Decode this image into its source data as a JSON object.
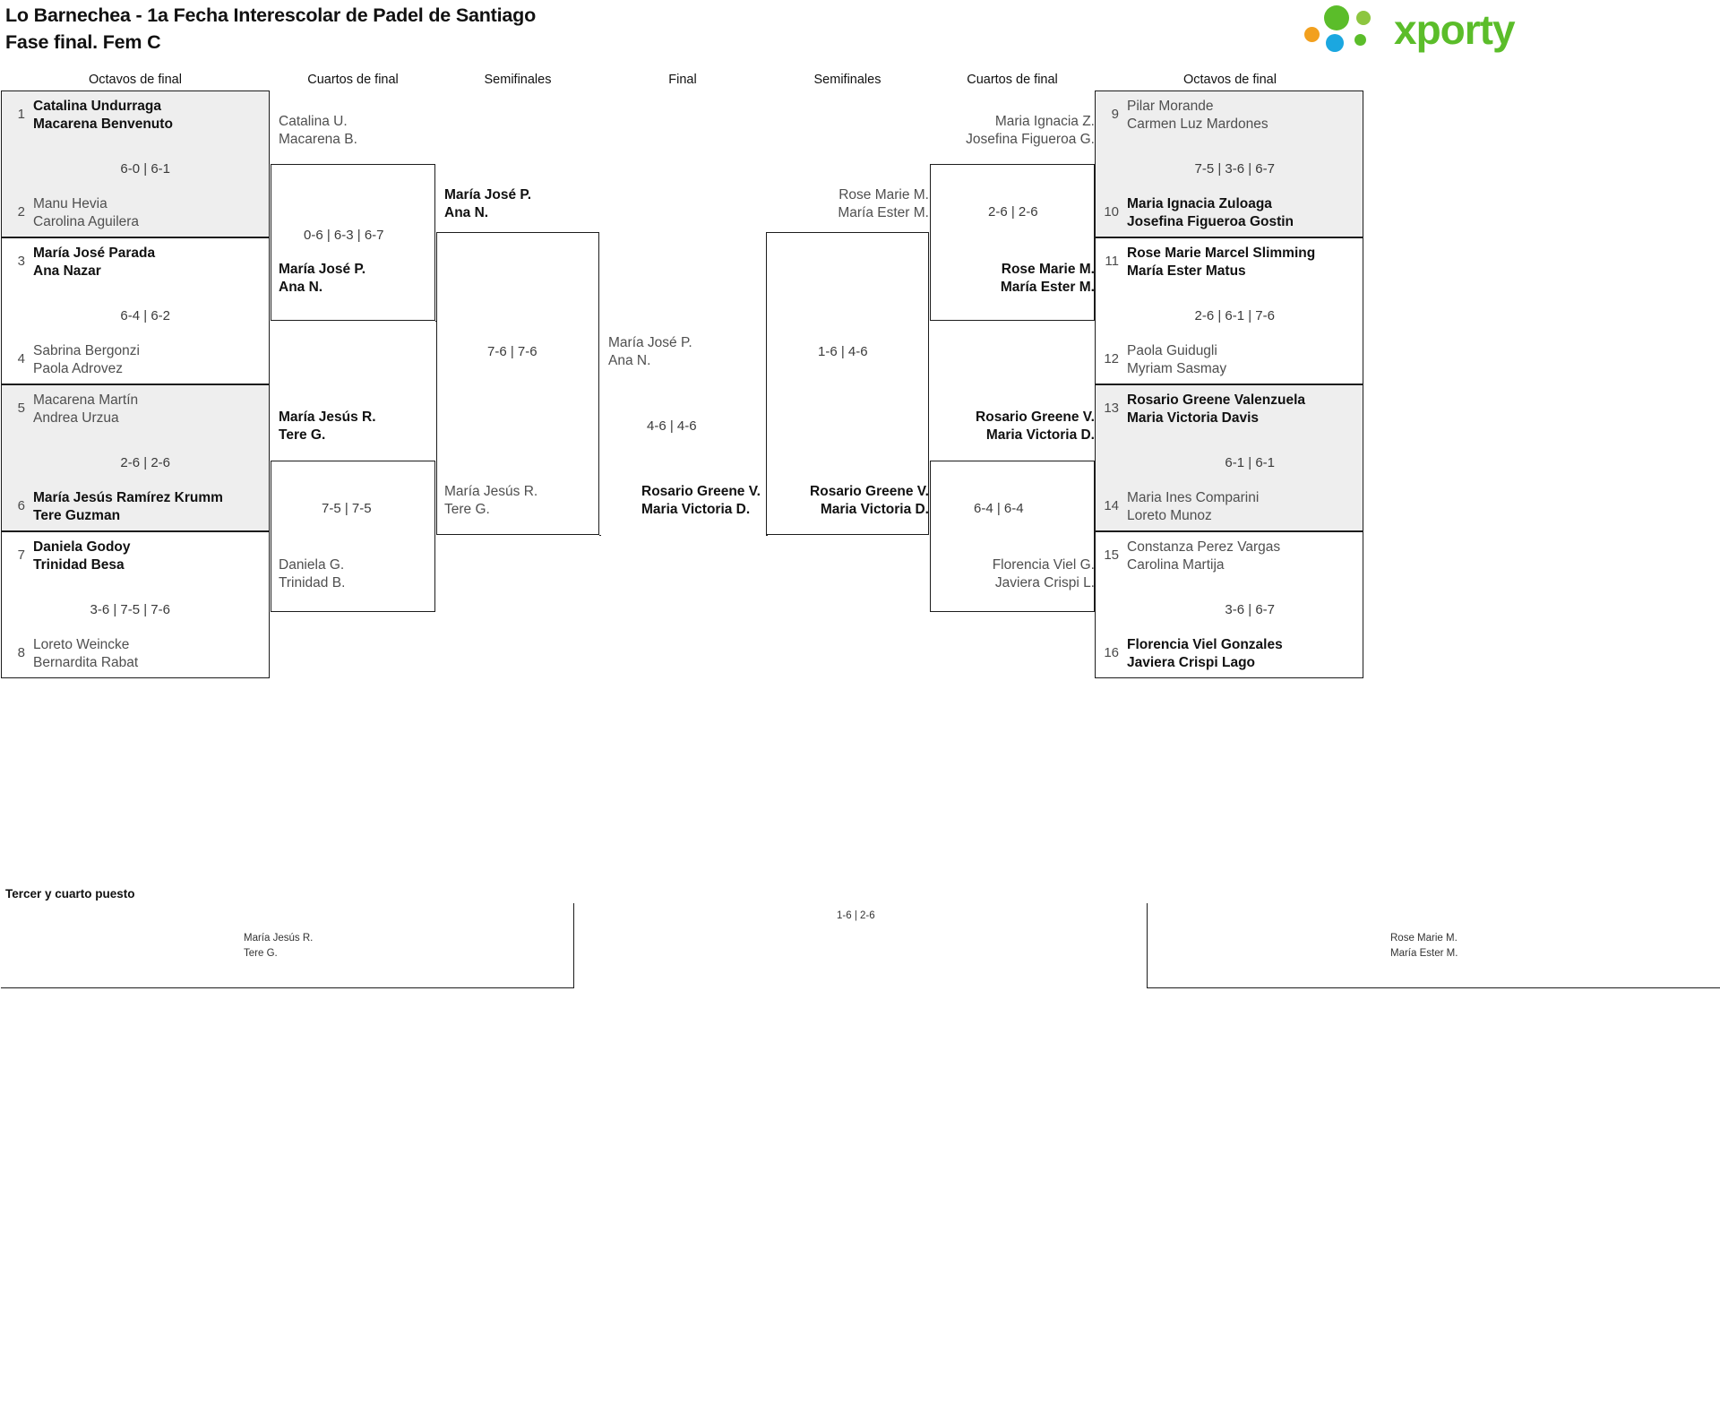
{
  "header": {
    "title_line1": "Lo Barnechea - 1a Fecha Interescolar de Padel de Santiago",
    "title_line2": "Fase final. Fem C",
    "logo_text": "xporty"
  },
  "round_headers": {
    "left_r16": "Octavos de final",
    "left_qf": "Cuartos de final",
    "left_sf": "Semifinales",
    "final": "Final",
    "right_sf": "Semifinales",
    "right_qf": "Cuartos de final",
    "right_r16": "Octavos de final"
  },
  "left_r16": [
    {
      "score": "6-0 | 6-1",
      "teams": [
        {
          "seed": "1",
          "p1": "Catalina Undurraga",
          "p2": "Macarena Benvenuto",
          "winner": true
        },
        {
          "seed": "2",
          "p1": "Manu Hevia",
          "p2": "Carolina Aguilera",
          "winner": false
        }
      ]
    },
    {
      "score": "6-4 | 6-2",
      "teams": [
        {
          "seed": "3",
          "p1": "María José Parada",
          "p2": "Ana Nazar",
          "winner": true
        },
        {
          "seed": "4",
          "p1": "Sabrina Bergonzi",
          "p2": "Paola Adrovez",
          "winner": false
        }
      ]
    },
    {
      "score": "2-6 | 2-6",
      "teams": [
        {
          "seed": "5",
          "p1": "Macarena Martín",
          "p2": "Andrea Urzua",
          "winner": false
        },
        {
          "seed": "6",
          "p1": "María Jesús Ramírez Krumm",
          "p2": "Tere Guzman",
          "winner": true
        }
      ]
    },
    {
      "score": "3-6 | 7-5 | 7-6",
      "teams": [
        {
          "seed": "7",
          "p1": "Daniela Godoy",
          "p2": "Trinidad Besa",
          "winner": true
        },
        {
          "seed": "8",
          "p1": "Loreto Weincke",
          "p2": "Bernardita Rabat",
          "winner": false
        }
      ]
    }
  ],
  "right_r16": [
    {
      "score": "7-5 | 3-6 | 6-7",
      "teams": [
        {
          "seed": "9",
          "p1": "Pilar Morande",
          "p2": "Carmen Luz Mardones",
          "winner": false
        },
        {
          "seed": "10",
          "p1": "Maria Ignacia Zuloaga",
          "p2": "Josefina Figueroa Gostin",
          "winner": true
        }
      ]
    },
    {
      "score": "2-6 | 6-1 | 7-6",
      "teams": [
        {
          "seed": "11",
          "p1": "Rose Marie Marcel Slimming",
          "p2": "María Ester Matus",
          "winner": true
        },
        {
          "seed": "12",
          "p1": "Paola Guidugli",
          "p2": "Myriam Sasmay",
          "winner": false
        }
      ]
    },
    {
      "score": "6-1 | 6-1",
      "teams": [
        {
          "seed": "13",
          "p1": "Rosario Greene Valenzuela",
          "p2": "Maria Victoria Davis",
          "winner": true
        },
        {
          "seed": "14",
          "p1": "Maria Ines Comparini",
          "p2": "Loreto Munoz",
          "winner": false
        }
      ]
    },
    {
      "score": "3-6 | 6-7",
      "teams": [
        {
          "seed": "15",
          "p1": "Constanza Perez Vargas",
          "p2": "Carolina Martija",
          "winner": false
        },
        {
          "seed": "16",
          "p1": "Florencia Viel Gonzales",
          "p2": "Javiera Crispi Lago",
          "winner": true
        }
      ]
    }
  ],
  "left_qf": [
    {
      "score": "0-6 | 6-3 | 6-7",
      "top": {
        "p1": "Catalina U.",
        "p2": "Macarena B.",
        "winner": false
      },
      "bottom": {
        "p1": "María José P.",
        "p2": "Ana N.",
        "winner": true
      }
    },
    {
      "score": "7-5 | 7-5",
      "top": {
        "p1": "María Jesús R.",
        "p2": "Tere G.",
        "winner": true
      },
      "bottom": {
        "p1": "Daniela G.",
        "p2": "Trinidad B.",
        "winner": false
      }
    }
  ],
  "right_qf": [
    {
      "score": "2-6 | 2-6",
      "top": {
        "p1": "Maria Ignacia Z.",
        "p2": "Josefina Figueroa G.",
        "winner": false
      },
      "bottom": {
        "p1": "Rose Marie M.",
        "p2": "María Ester M.",
        "winner": true
      }
    },
    {
      "score": "6-4 | 6-4",
      "top": {
        "p1": "Rosario Greene V.",
        "p2": "Maria Victoria D.",
        "winner": true
      },
      "bottom": {
        "p1": "Florencia Viel G.",
        "p2": "Javiera Crispi L.",
        "winner": false
      }
    }
  ],
  "left_sf": {
    "score": "7-6 | 7-6",
    "top": {
      "p1": "María José P.",
      "p2": "Ana N.",
      "winner": true
    },
    "bottom": {
      "p1": "María Jesús R.",
      "p2": "Tere G.",
      "winner": false
    }
  },
  "right_sf": {
    "score": "1-6 | 4-6",
    "top": {
      "p1": "Rose Marie M.",
      "p2": "María Ester M.",
      "winner": false
    },
    "bottom": {
      "p1": "Rosario Greene V.",
      "p2": "Maria Victoria D.",
      "winner": true
    }
  },
  "final": {
    "score": "4-6 | 4-6",
    "top": {
      "p1": "María José P.",
      "p2": "Ana N.",
      "winner": false
    },
    "bottom": {
      "p1": "Rosario Greene V.",
      "p2": "Maria Victoria D.",
      "winner": true
    }
  },
  "third_place": {
    "title": "Tercer y cuarto puesto",
    "score": "1-6 | 2-6",
    "left": {
      "p1": "María Jesús R.",
      "p2": "Tere G."
    },
    "right": {
      "p1": "Rose Marie M.",
      "p2": "María Ester M."
    }
  },
  "colors": {
    "shade": "#eeeeee",
    "line": "#1c1c1c",
    "winner_text": "#111111",
    "loser_text": "#4f4f4f",
    "logo_green": "#5bbd2a",
    "logo_blue": "#1ba7e0",
    "logo_orange": "#f2a01e"
  }
}
